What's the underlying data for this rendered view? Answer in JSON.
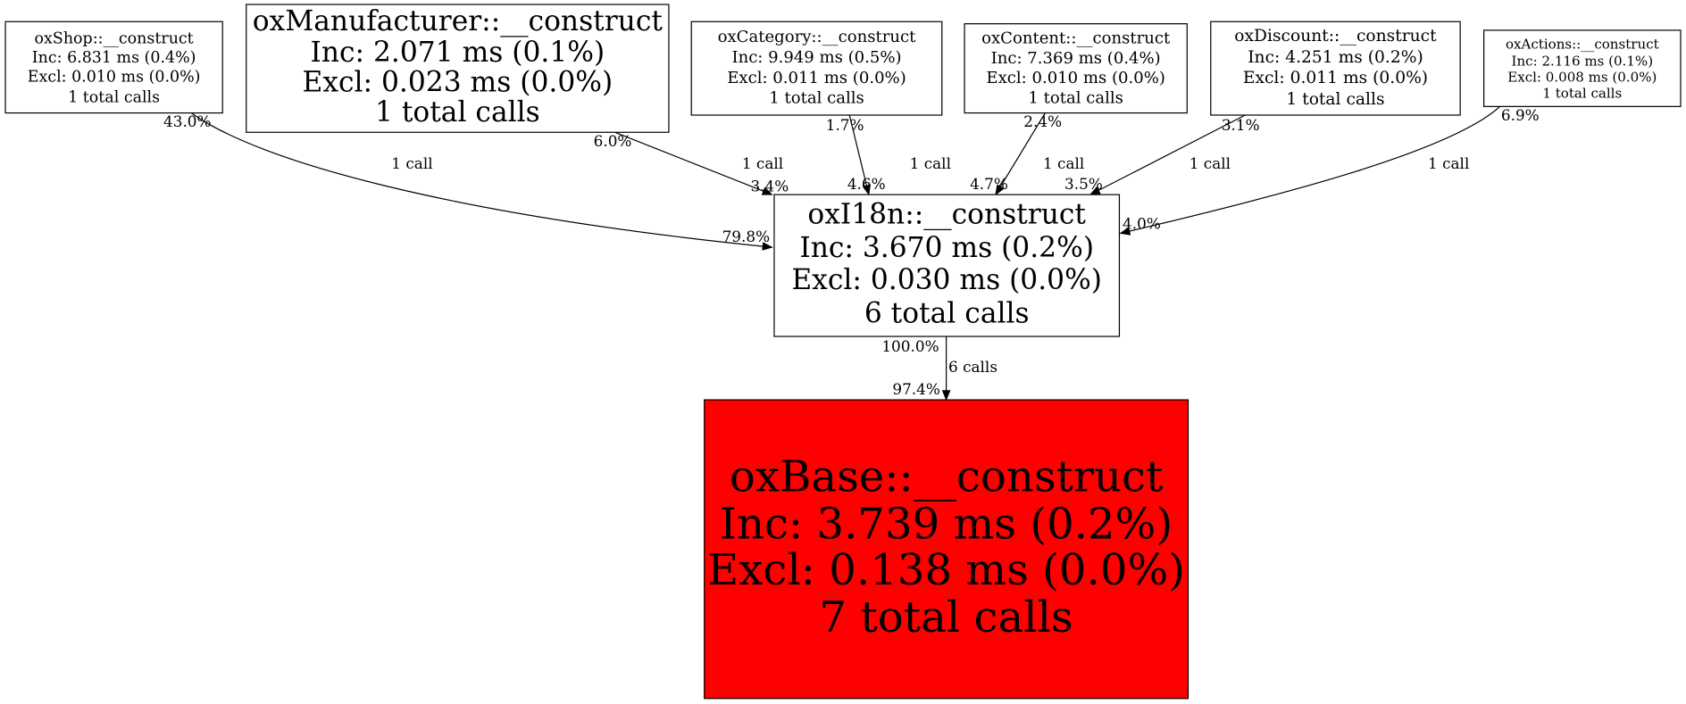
{
  "nodes": [
    {
      "id": "oxShop",
      "lines": [
        "oxShop::__construct",
        "Inc: 6.831 ms (0.4%)",
        "Excl: 0.010 ms (0.0%)",
        "1 total calls"
      ],
      "fill": "#ffffff"
    },
    {
      "id": "oxManufacturer",
      "lines": [
        "oxManufacturer::__construct",
        "Inc: 2.071 ms (0.1%)",
        "Excl: 0.023 ms (0.0%)",
        "1 total calls"
      ],
      "fill": "#ffffff"
    },
    {
      "id": "oxCategory",
      "lines": [
        "oxCategory::__construct",
        "Inc: 9.949 ms (0.5%)",
        "Excl: 0.011 ms (0.0%)",
        "1 total calls"
      ],
      "fill": "#ffffff"
    },
    {
      "id": "oxContent",
      "lines": [
        "oxContent::__construct",
        "Inc: 7.369 ms (0.4%)",
        "Excl: 0.010 ms (0.0%)",
        "1 total calls"
      ],
      "fill": "#ffffff"
    },
    {
      "id": "oxDiscount",
      "lines": [
        "oxDiscount::__construct",
        "Inc: 4.251 ms (0.2%)",
        "Excl: 0.011 ms (0.0%)",
        "1 total calls"
      ],
      "fill": "#ffffff"
    },
    {
      "id": "oxActions",
      "lines": [
        "oxActions::__construct",
        "Inc: 2.116 ms (0.1%)",
        "Excl: 0.008 ms (0.0%)",
        "1 total calls"
      ],
      "fill": "#ffffff"
    },
    {
      "id": "oxI18n",
      "lines": [
        "oxI18n::__construct",
        "Inc: 3.670 ms (0.2%)",
        "Excl: 0.030 ms (0.0%)",
        "6 total calls"
      ],
      "fill": "#ffffff"
    },
    {
      "id": "oxBase",
      "lines": [
        "oxBase::__construct",
        "Inc: 3.739 ms (0.2%)",
        "Excl: 0.138 ms (0.0%)",
        "7 total calls"
      ],
      "fill": "#ff0000"
    }
  ],
  "edges": [
    {
      "from": "oxShop",
      "to": "oxI18n",
      "label": "1 call",
      "tail": "43.0%",
      "head": "79.8%"
    },
    {
      "from": "oxManufacturer",
      "to": "oxI18n",
      "label": "1 call",
      "tail": "6.0%",
      "head": "3.4%"
    },
    {
      "from": "oxCategory",
      "to": "oxI18n",
      "label": "1 call",
      "tail": "1.7%",
      "head": "4.6%"
    },
    {
      "from": "oxContent",
      "to": "oxI18n",
      "label": "1 call",
      "tail": "2.4%",
      "head": "4.7%"
    },
    {
      "from": "oxDiscount",
      "to": "oxI18n",
      "label": "1 call",
      "tail": "3.1%",
      "head": "3.5%"
    },
    {
      "from": "oxActions",
      "to": "oxI18n",
      "label": "1 call",
      "tail": "6.9%",
      "head": "4.0%"
    },
    {
      "from": "oxI18n",
      "to": "oxBase",
      "label": "6 calls",
      "tail": "100.0%",
      "head": "97.4%"
    }
  ]
}
